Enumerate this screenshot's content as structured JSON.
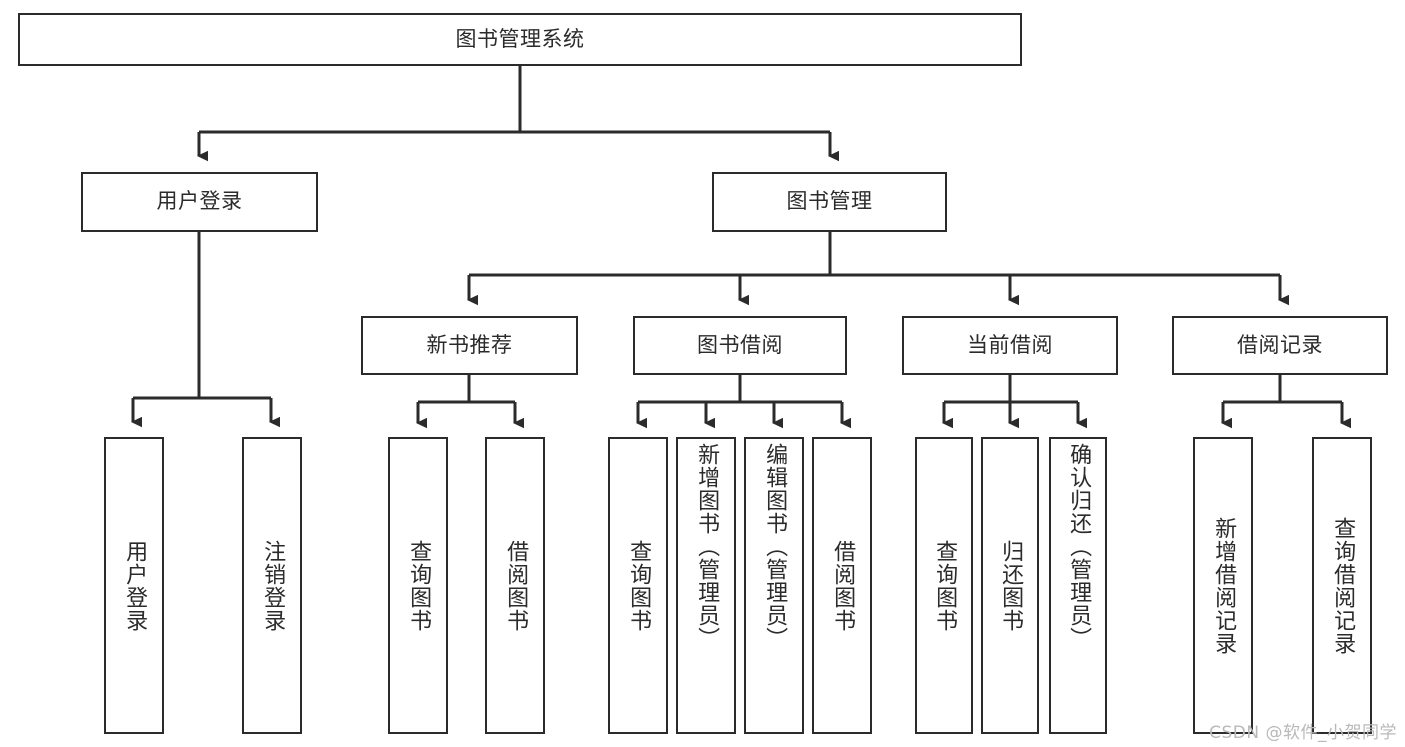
{
  "diagram": {
    "title": "图书管理系统",
    "type": "hierarchy-tree",
    "colors": {
      "background": "#ffffff",
      "box_border": "#2b2b2b",
      "box_fill": "#ffffff",
      "text": "#2b2b2b",
      "connector": "#2b2b2b",
      "watermark": "#b9b9b9"
    },
    "root": {
      "label": "图书管理系统"
    },
    "level2": [
      {
        "label": "用户登录"
      },
      {
        "label": "图书管理"
      }
    ],
    "level3": [
      {
        "label": "新书推荐"
      },
      {
        "label": "图书借阅"
      },
      {
        "label": "当前借阅"
      },
      {
        "label": "借阅记录"
      }
    ],
    "leaves": {
      "user_login": [
        {
          "label": "用户登录"
        },
        {
          "label": "注销登录"
        }
      ],
      "new_book_recommend": [
        {
          "label": "查询图书"
        },
        {
          "label": "借阅图书"
        }
      ],
      "book_borrow": [
        {
          "label": "查询图书"
        },
        {
          "label": "新增图书（管理员）"
        },
        {
          "label": "编辑图书（管理员）"
        },
        {
          "label": "借阅图书"
        }
      ],
      "current_borrow": [
        {
          "label": "查询图书"
        },
        {
          "label": "归还图书"
        },
        {
          "label": "确认归还（管理员）"
        }
      ],
      "borrow_record": [
        {
          "label": "新增借阅记录"
        },
        {
          "label": "查询借阅记录"
        }
      ]
    }
  },
  "watermark": {
    "text": "CSDN @软件_小贺同学"
  }
}
